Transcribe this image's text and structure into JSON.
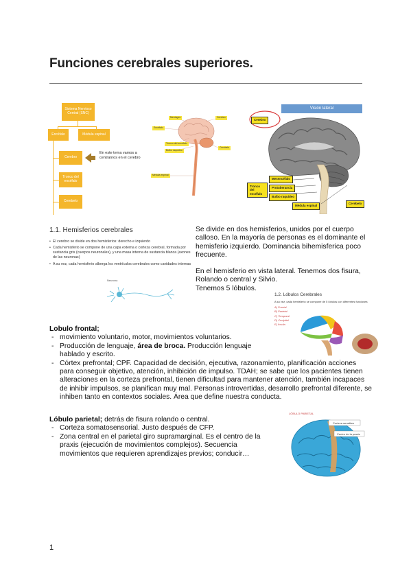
{
  "doc": {
    "title": "Funciones cerebrales superiores.",
    "page_number": "1"
  },
  "concept_map": {
    "root": "Sistema Nervioso Central (SNC)",
    "left": "Encéfalo",
    "right": "Médula espinal",
    "children": [
      "Cerebro",
      "Tronco del encéfalo",
      "Cerebelo"
    ],
    "note": "En este tema vamos a centrarnos en el cerebro"
  },
  "ns_figure": {
    "labels": [
      "Meninges",
      "Cerebro",
      "Encéfalo",
      "Tronco del encéfalo",
      "Bulbo raquídeo",
      "Cerebelo",
      "Médula espinal"
    ]
  },
  "brain_figure": {
    "header": "Visión lateral",
    "labels": {
      "cerebro": "Cerebro",
      "mesencefalo": "Mesencéfalo",
      "protuberancia": "Protuberancia",
      "bulbo": "Bulbo raquídeo",
      "tronco": "Tronco del encéfalo",
      "medula": "Médula espinal",
      "cerebelo": "Cerebelo"
    }
  },
  "hemisferios_slide": {
    "title": "1.1. Hemisferios cerebrales",
    "bullets": [
      "El cerebro se divide en dos hemisferios: derecho e izquierdo",
      "Cada hemisferio se compone de una capa externa o corteza cerebral, formada por sustancia gris (cuerpos neuronales), y una masa interna de sustancia blanca (axones de las neuronas)",
      "A su vez, cada hemisferio alberga los ventrículos cerebrales como cavidades internas"
    ],
    "neuron_label": "Neurona"
  },
  "para1": "Se divide en dos hemisferios, unidos por el cuerpo calloso. En la mayoría de personas es el dominante el hemisferio izquierdo. Dominancia bihemisferica poco frecuente.",
  "para2": {
    "line1": "En el hemisferio en vista lateral. Tenemos dos fisura, Rolando o central y Silvio.",
    "line2": "Tenemos 5 lóbulos."
  },
  "lobulos_slide": {
    "title": "1.2. Lóbulos Cerebrales",
    "subtitle": "A su vez, cada hemisferio se compone de 5 lóbulos con diferentes funciones",
    "items": [
      "A) Frontal",
      "B) Parietal",
      "C) Temporal",
      "D) Occipital",
      "E) Ínsula"
    ]
  },
  "frontal": {
    "head": "Lobulo frontal;",
    "items": [
      {
        "text": "movimiento voluntario, motor, movimientos voluntarios."
      },
      {
        "pre": "Producción de lenguaje, ",
        "bold": "área de broca.",
        "post": " Producción lenguaje hablado y escrito."
      },
      {
        "text": "Córtex prefrontal; CPF. Capacidad de decisión, ejecutiva, razonamiento, planificación acciones para conseguir objetivo, atención, inhibición de impulso. TDAH; se sabe que los pacientes tienen alteraciones en la corteza prefrontal, tienen dificultad para mantener atención, también incapaces de inhibir impulsos, se planifican muy mal. Personas introvertidas, desarrollo prefrontal diferente, se inhiben tanto en contextos sociales. Área que define nuestra conducta."
      }
    ]
  },
  "parietal": {
    "head": "Lóbulo parietal;",
    "head_rest": " detrás de fisura rolando o central.",
    "items": [
      "Corteza somatosensorial. Justo después de CFP.",
      "Zona central en el parietal giro supramarginal. Es el centro de la praxis (ejecución de movimientos complejos). Secuencia movimientos que requieren aprendizajes previos; conducir…"
    ],
    "figure_labels": [
      "LÓBULO PARIETAL",
      "Corteza sensitiva",
      "Centro de la praxis"
    ]
  },
  "colors": {
    "concept_box": "#f4b62b",
    "label_yellow": "#f7e11e",
    "header_blue": "#6a9ad0"
  }
}
